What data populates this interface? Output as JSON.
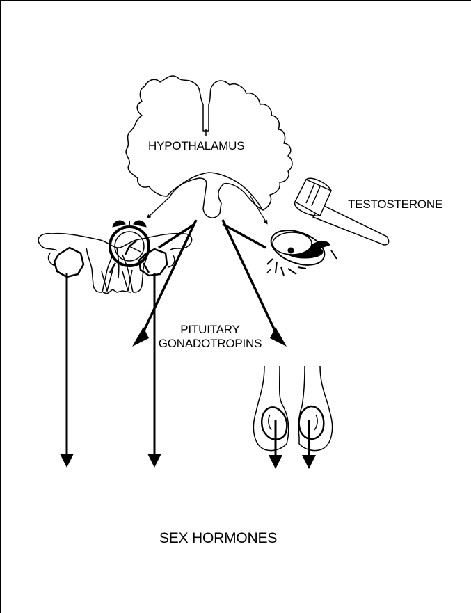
{
  "diagram": {
    "labels": {
      "hypothalamus": "HYPOTHALAMUS",
      "testosterone": "TESTOSTERONE",
      "pituitary_line1": "PITUITARY",
      "pituitary_line2": "GONADOTROPINS",
      "sex_hormones": "SEX HORMONES"
    },
    "icons": [
      "brain-icon",
      "alarm-clock-icon",
      "hammer-icon",
      "broken-clock-icon",
      "uterus-ovaries-icon",
      "testes-icon"
    ],
    "colors": {
      "ink": "#000000",
      "paper": "#ffffff"
    }
  }
}
